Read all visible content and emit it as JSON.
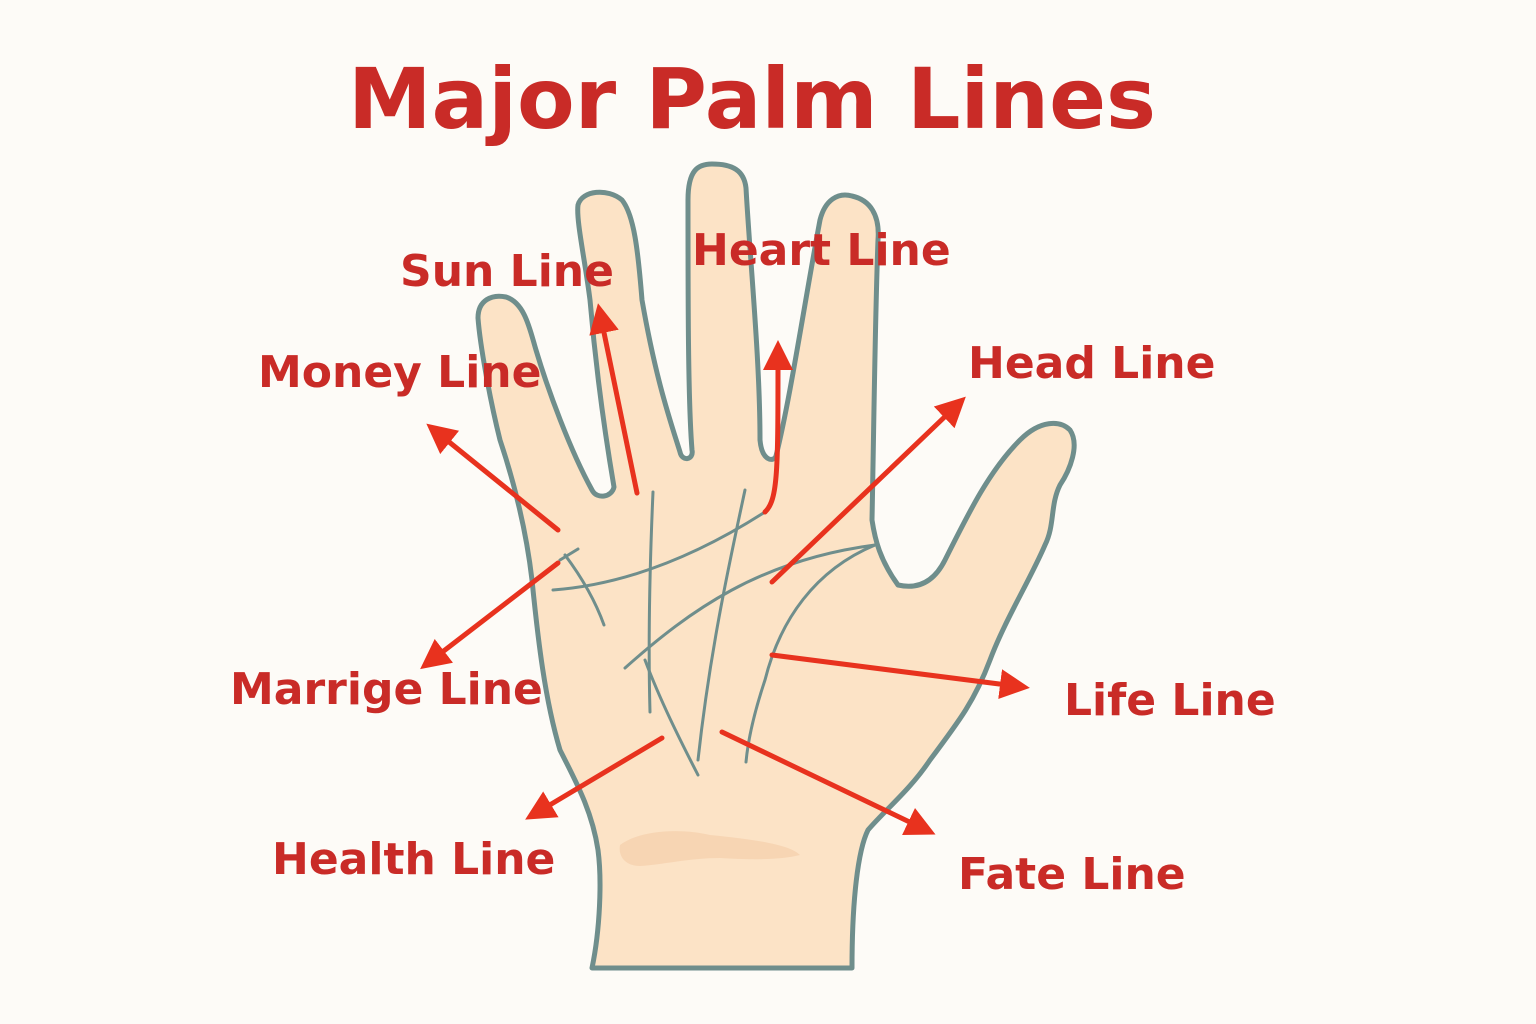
{
  "diagram": {
    "title": "Major Palm Lines",
    "labels": {
      "sun": "Sun Line",
      "heart": "Heart Line",
      "money": "Money Line",
      "head": "Head Line",
      "marriage": "Marrige Line",
      "life": "Life Line",
      "health": "Health Line",
      "fate": "Fate Line"
    },
    "colors": {
      "text": "#c92b27",
      "arrow": "#e8321e",
      "skin": "#fce3c6",
      "outline": "#6f8e8c",
      "background": "#fdfbf7"
    },
    "icons": {
      "hand": "open-palm-icon",
      "arrow": "arrow-icon"
    }
  }
}
